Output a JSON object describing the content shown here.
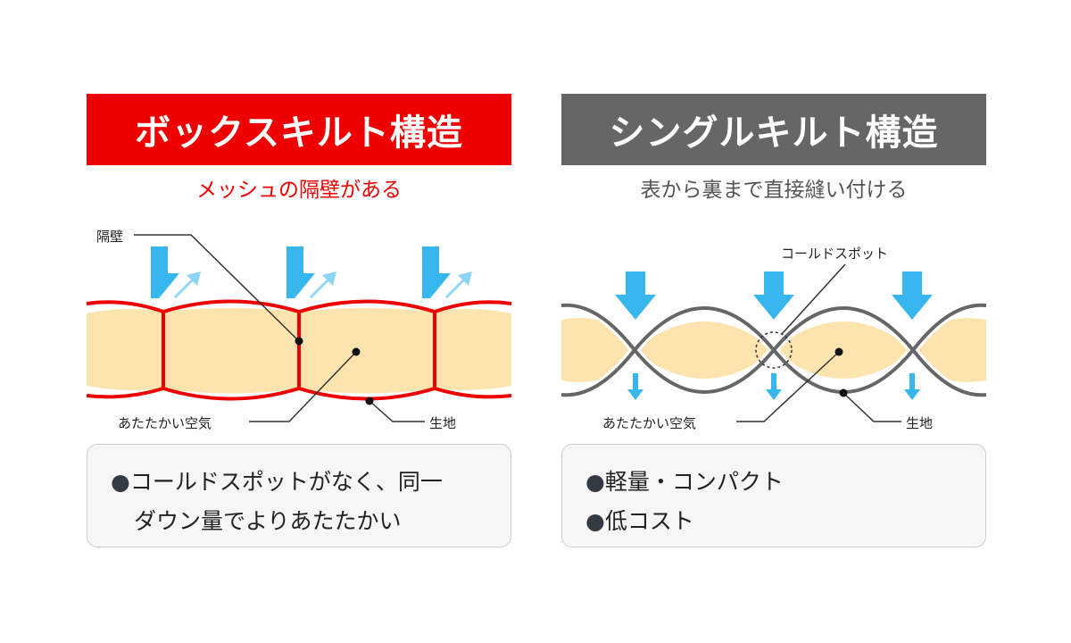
{
  "colors": {
    "box_accent": "#ee0000",
    "single_accent": "#666666",
    "down_fill": "#fde3ae",
    "arrow_blue": "#38b7ee",
    "arrow_light_blue": "#8dd5f5"
  },
  "left": {
    "title": "ボックスキルト構造",
    "subtitle": "メッシュの隔壁がある",
    "labels": {
      "wall": "隔壁",
      "air": "あたたかい空気",
      "fabric": "生地"
    },
    "features": [
      {
        "bullet": "●",
        "text": "コールドスポットがなく、同一"
      },
      {
        "bullet": "",
        "text": "ダウン量でよりあたたかい"
      }
    ]
  },
  "right": {
    "title": "シングルキルト構造",
    "subtitle": "表から裏まで直接縫い付ける",
    "labels": {
      "cold_spot": "コールドスポット",
      "air": "あたたかい空気",
      "fabric": "生地"
    },
    "features": [
      {
        "bullet": "●",
        "text": "軽量・コンパクト"
      },
      {
        "bullet": "●",
        "text": "低コスト"
      }
    ]
  }
}
